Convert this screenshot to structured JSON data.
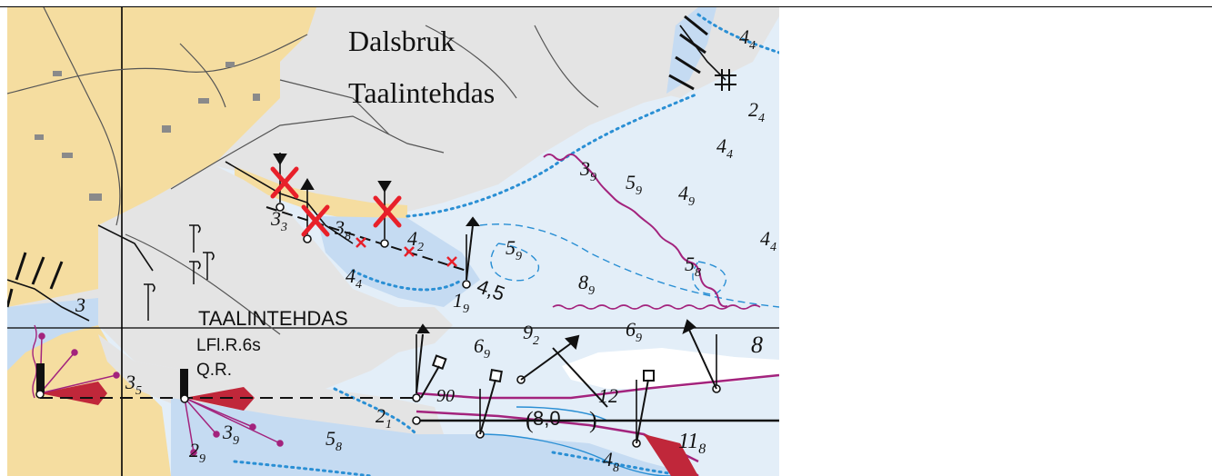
{
  "map": {
    "place_names": [
      "Dalsbruk",
      "Taalintehdas"
    ],
    "harbour_name": "TAALINTEHDAS",
    "light_characteristics": [
      "LFl.R.6s",
      "Q.R."
    ],
    "leading_line_bearings": [
      "4,5",
      "8,0"
    ],
    "depth_soundings": [
      {
        "main": "4",
        "sub": "4"
      },
      {
        "main": "2",
        "sub": "4"
      },
      {
        "main": "4",
        "sub": "4"
      },
      {
        "main": "3",
        "sub": "9"
      },
      {
        "main": "5",
        "sub": "9"
      },
      {
        "main": "4",
        "sub": "9"
      },
      {
        "main": "4",
        "sub": "4"
      },
      {
        "main": "5",
        "sub": "8"
      },
      {
        "main": "3",
        "sub": "3"
      },
      {
        "main": "3",
        "sub": "8"
      },
      {
        "main": "4",
        "sub": "2"
      },
      {
        "main": "5",
        "sub": "9"
      },
      {
        "main": "8",
        "sub": "9"
      },
      {
        "main": "4",
        "sub": "4"
      },
      {
        "main": "1",
        "sub": "9"
      },
      {
        "main": "9",
        "sub": "2"
      },
      {
        "main": "6",
        "sub": "9"
      },
      {
        "main": "6",
        "sub": "9"
      },
      {
        "main": "8",
        "sub": ""
      },
      {
        "main": "3",
        "sub": ""
      },
      {
        "main": "3",
        "sub": "5"
      },
      {
        "main": "12",
        "sub": ""
      },
      {
        "main": "2",
        "sub": "1"
      },
      {
        "main": "5",
        "sub": "8"
      },
      {
        "main": "4",
        "sub": "8"
      },
      {
        "main": "11",
        "sub": "8"
      },
      {
        "main": "2",
        "sub": "9"
      },
      {
        "main": "3",
        "sub": "9"
      },
      {
        "main": "90",
        "sub": ""
      }
    ],
    "colors": {
      "land_urban": "#f5dda0",
      "land_other": "#e4e4e4",
      "shallow_water": "#c5dbf2",
      "deep_water": "#e3eef8",
      "channel_white": "#ffffff",
      "magenta": "#a3237d",
      "red_marks": "#e8202a",
      "contour_blue": "#2a8fd4"
    },
    "symbols": [
      "removed-beacon-cross-icon",
      "leading-light-icon",
      "direction-light-arrow-icon",
      "light-sector-flare-icon",
      "mast-icon"
    ]
  }
}
